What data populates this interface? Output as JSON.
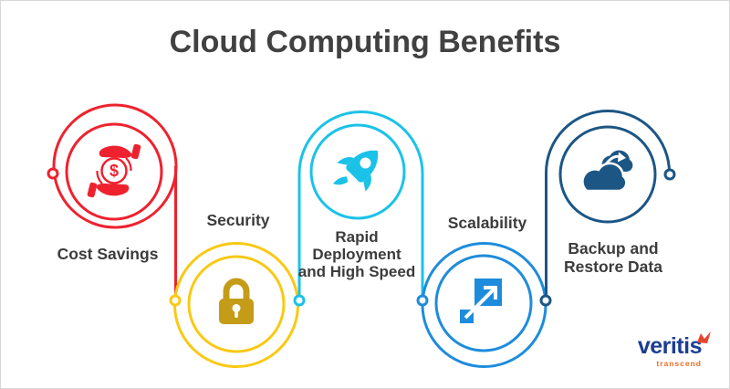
{
  "title": "Cloud Computing Benefits",
  "benefits": [
    {
      "label": "Cost Savings",
      "lines": [
        "Cost Savings"
      ],
      "icon": "hand-dollar-icon",
      "ring_color": "#EE222F",
      "icon_color": "#EE222F"
    },
    {
      "label": "Security",
      "lines": [
        "Security"
      ],
      "icon": "padlock-icon",
      "ring_color": "#F9C914",
      "icon_color": "#C59C18"
    },
    {
      "label": "Rapid Deployment and High Speed",
      "lines": [
        "Rapid",
        "Deployment",
        "and High Speed"
      ],
      "icon": "rocket-icon",
      "ring_color": "#1BC2E8",
      "icon_color": "#1BC2E8"
    },
    {
      "label": "Scalability",
      "lines": [
        "Scalability"
      ],
      "icon": "expand-arrows-icon",
      "ring_color": "#1E8CDC",
      "icon_color": "#1E8CDC"
    },
    {
      "label": "Backup and Restore Data",
      "lines": [
        "Backup and",
        "Restore Data"
      ],
      "icon": "cloud-backup-icon",
      "ring_color": "#1C5685",
      "icon_color": "#1C5685"
    }
  ],
  "logo": {
    "brand": "veritis",
    "tagline": "transcend",
    "brand_color": "#1B3E93",
    "tagline_color": "#F26A21",
    "mark_color": "#E8432E"
  },
  "colors": {
    "background": "#FFFFFF",
    "border": "#D8D8D8",
    "title": "#414141",
    "text": "#3C3C3C"
  }
}
